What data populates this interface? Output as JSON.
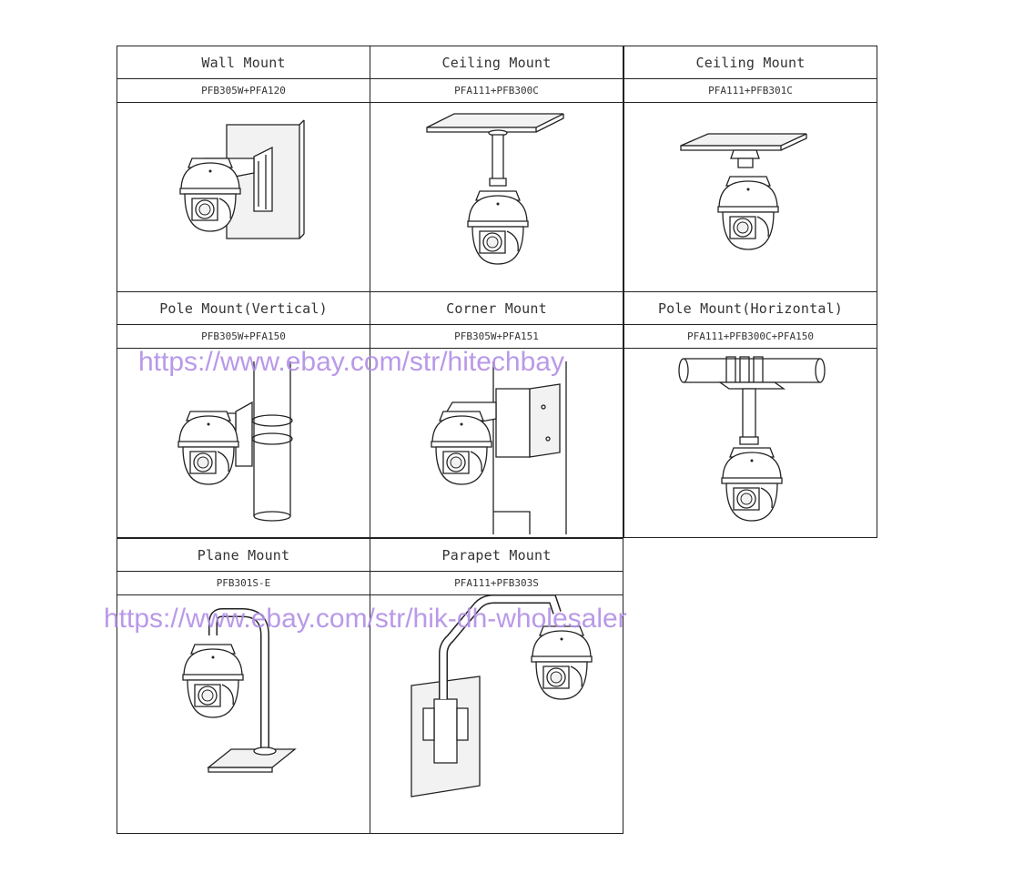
{
  "mounts": [
    {
      "title": "Wall Mount",
      "model": "PFB305W+PFA120"
    },
    {
      "title": "Ceiling Mount",
      "model": "PFA111+PFB300C"
    },
    {
      "title": "Ceiling Mount",
      "model": "PFA111+PFB301C"
    },
    {
      "title": "Pole Mount(Vertical)",
      "model": "PFB305W+PFA150"
    },
    {
      "title": "Corner Mount",
      "model": "PFB305W+PFA151"
    },
    {
      "title": "Pole Mount(Horizontal)",
      "model": "PFA111+PFB300C+PFA150"
    },
    {
      "title": "Plane Mount",
      "model": "PFB301S-E"
    },
    {
      "title": "Parapet Mount",
      "model": "PFA111+PFB303S"
    }
  ],
  "watermarks": [
    "https://www.ebay.com/str/hitechbay",
    "https://www.ebay.com/str/hik-dh-wholesaler"
  ]
}
